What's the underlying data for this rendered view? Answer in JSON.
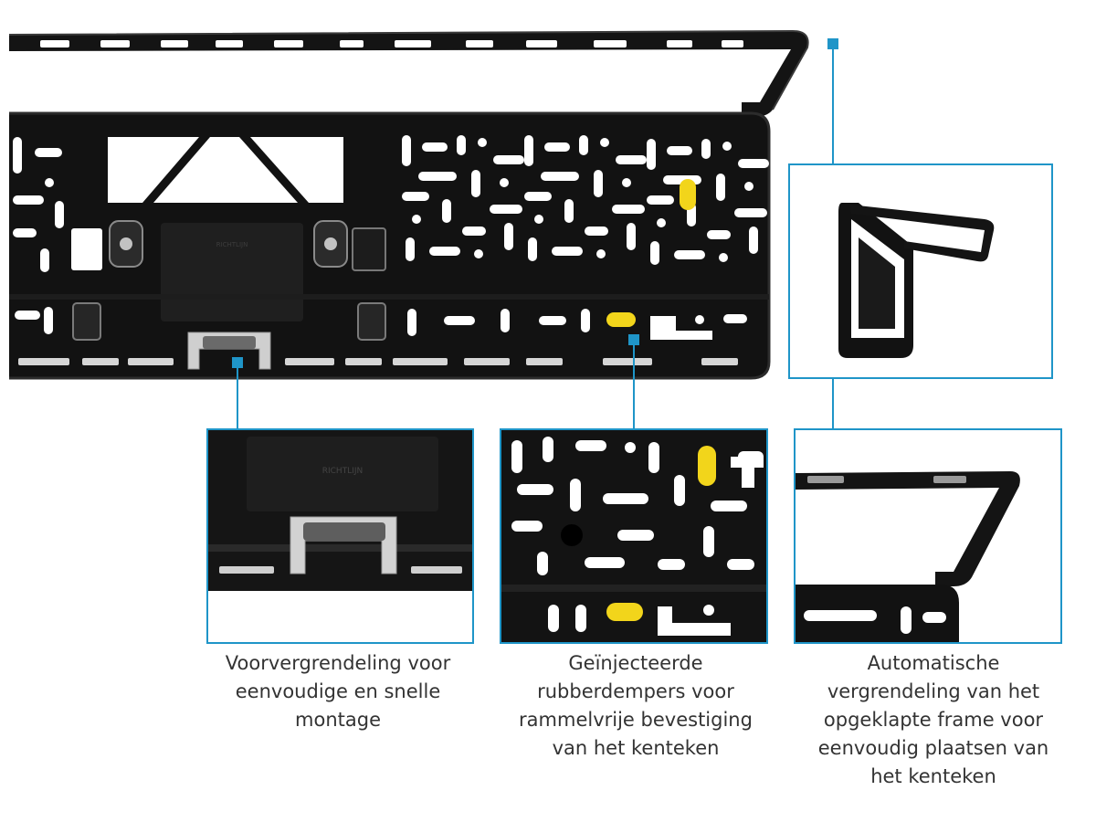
{
  "colors": {
    "frame": "#121212",
    "frame_edge": "#2a2a2a",
    "hole": "#ffffff",
    "accent": "#1f95c8",
    "rubber": "#f2d51b",
    "clip_metal": "#c9c9c9",
    "caption_text": "#333333"
  },
  "callouts": [
    {
      "id": "pre-lock",
      "caption_lines": [
        "Voorvergrendeling voor",
        "eenvoudige en snelle",
        "montage"
      ]
    },
    {
      "id": "rubber-dampers",
      "caption_lines": [
        "Geïnjecteerde",
        "rubberdempers voor",
        "rammelvrije bevestiging",
        "van het kenteken"
      ]
    },
    {
      "id": "auto-lock",
      "caption_lines": [
        "Automatische",
        "vergrendeling van het",
        "opgeklapte frame voor",
        "eenvoudig plaatsen van",
        "het kenteken"
      ]
    }
  ]
}
